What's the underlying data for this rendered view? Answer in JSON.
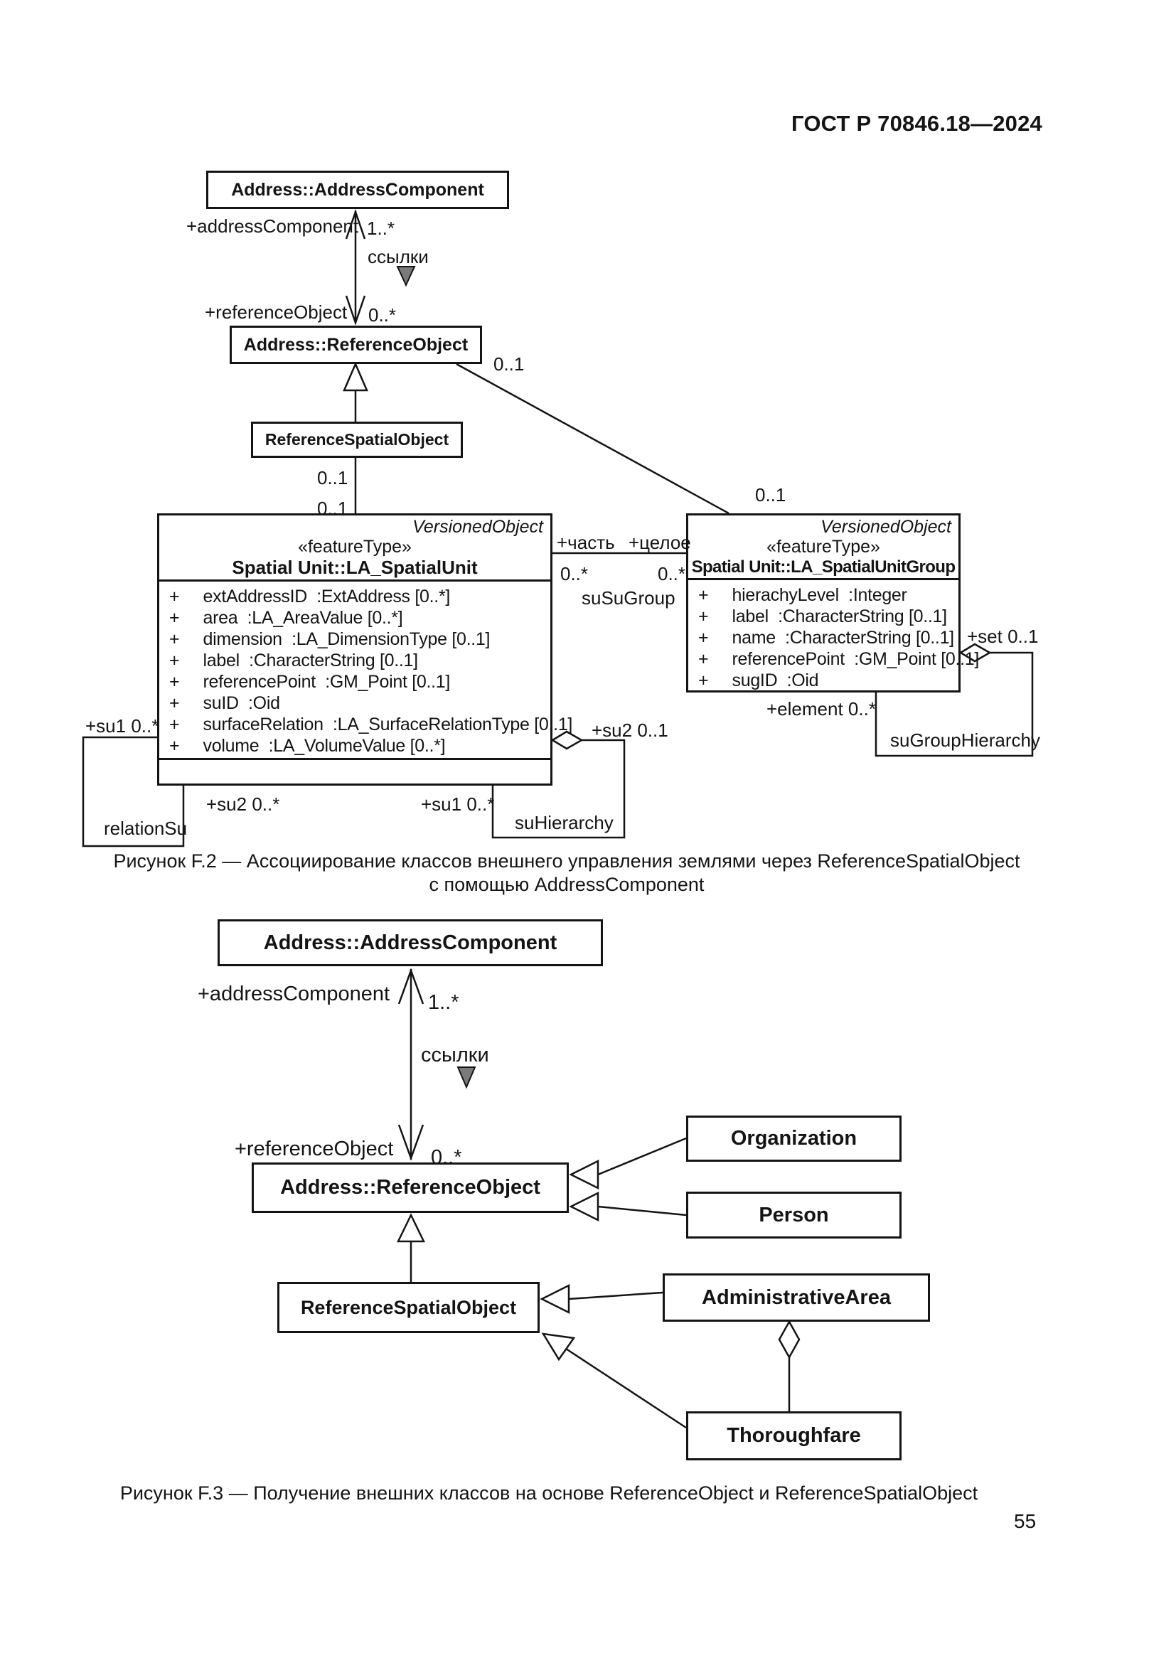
{
  "page": {
    "header": "ГОСТ Р 70846.18—2024",
    "number": "55"
  },
  "fig2": {
    "caption_line1": "Рисунок F.2 — Ассоциирование классов внешнего управления землями через ReferenceSpatialObject",
    "caption_line2": "с помощью AddressComponent",
    "address_component": "Address::AddressComponent",
    "reference_object": "Address::ReferenceObject",
    "reference_spatial_object": "ReferenceSpatialObject",
    "spatial_unit": {
      "supertype": "VersionedObject",
      "stereotype": "«featureType»",
      "name": "Spatial Unit::LA_SpatialUnit",
      "attributes": [
        "+     extAddressID  :ExtAddress [0..*]",
        "+     area  :LA_AreaValue [0..*]",
        "+     dimension  :LA_DimensionType [0..1]",
        "+     label  :CharacterString [0..1]",
        "+     referencePoint  :GM_Point [0..1]",
        "+     suID  :Oid",
        "+     surfaceRelation  :LA_SurfaceRelationType [0..1]",
        "+     volume  :LA_VolumeValue [0..*]"
      ]
    },
    "spatial_unit_group": {
      "supertype": "VersionedObject",
      "stereotype": "«featureType»",
      "name": "Spatial Unit::LA_SpatialUnitGroup",
      "attributes": [
        "+     hierachyLevel  :Integer",
        "+     label  :CharacterString [0..1]",
        "+     name  :CharacterString [0..1]",
        "+     referencePoint  :GM_Point [0..1]",
        "+     sugID  :Oid"
      ]
    },
    "labels": {
      "role_address_component": "+addressComponent",
      "mult_1_star": "1..*",
      "dependency_name": "ссылки",
      "role_reference_object": "+referenceObject",
      "mult_0_star": "0..*",
      "mult_0_1_rso_upper": "0..1",
      "mult_0_1_rso_lower": "0..1",
      "mult_0_1_ro": "0..1",
      "mult_0_1_sug": "0..1",
      "role_part": "+часть",
      "role_whole": "+целое",
      "mult_part": "0..*",
      "mult_whole": "0..*",
      "assoc_su_sug": "suSuGroup",
      "role_set": "+set 0..1",
      "role_element": "+element 0..*",
      "assoc_sugroup_hierarchy": "suGroupHierarchy",
      "role_su1_left": "+su1 0..*",
      "assoc_relation_su": "relationSu",
      "role_su2_bottom": "+su2 0..*",
      "role_su1_bottom": "+su1 0..*",
      "role_su2_diamond": "+su2 0..1",
      "assoc_su_hierarchy": "suHierarchy"
    }
  },
  "fig3": {
    "caption": "Рисунок F.3 — Получение внешних классов на основе ReferenceObject и ReferenceSpatialObject",
    "address_component": "Address::AddressComponent",
    "reference_object": "Address::ReferenceObject",
    "reference_spatial_object": "ReferenceSpatialObject",
    "organization": "Organization",
    "person": "Person",
    "administrative_area": "AdministrativeArea",
    "thoroughfare": "Thoroughfare",
    "labels": {
      "role_address_component": "+addressComponent",
      "mult_1_star": "1..*",
      "dependency_name": "ссылки",
      "role_reference_object": "+referenceObject",
      "mult_0_star": "0..*"
    }
  }
}
